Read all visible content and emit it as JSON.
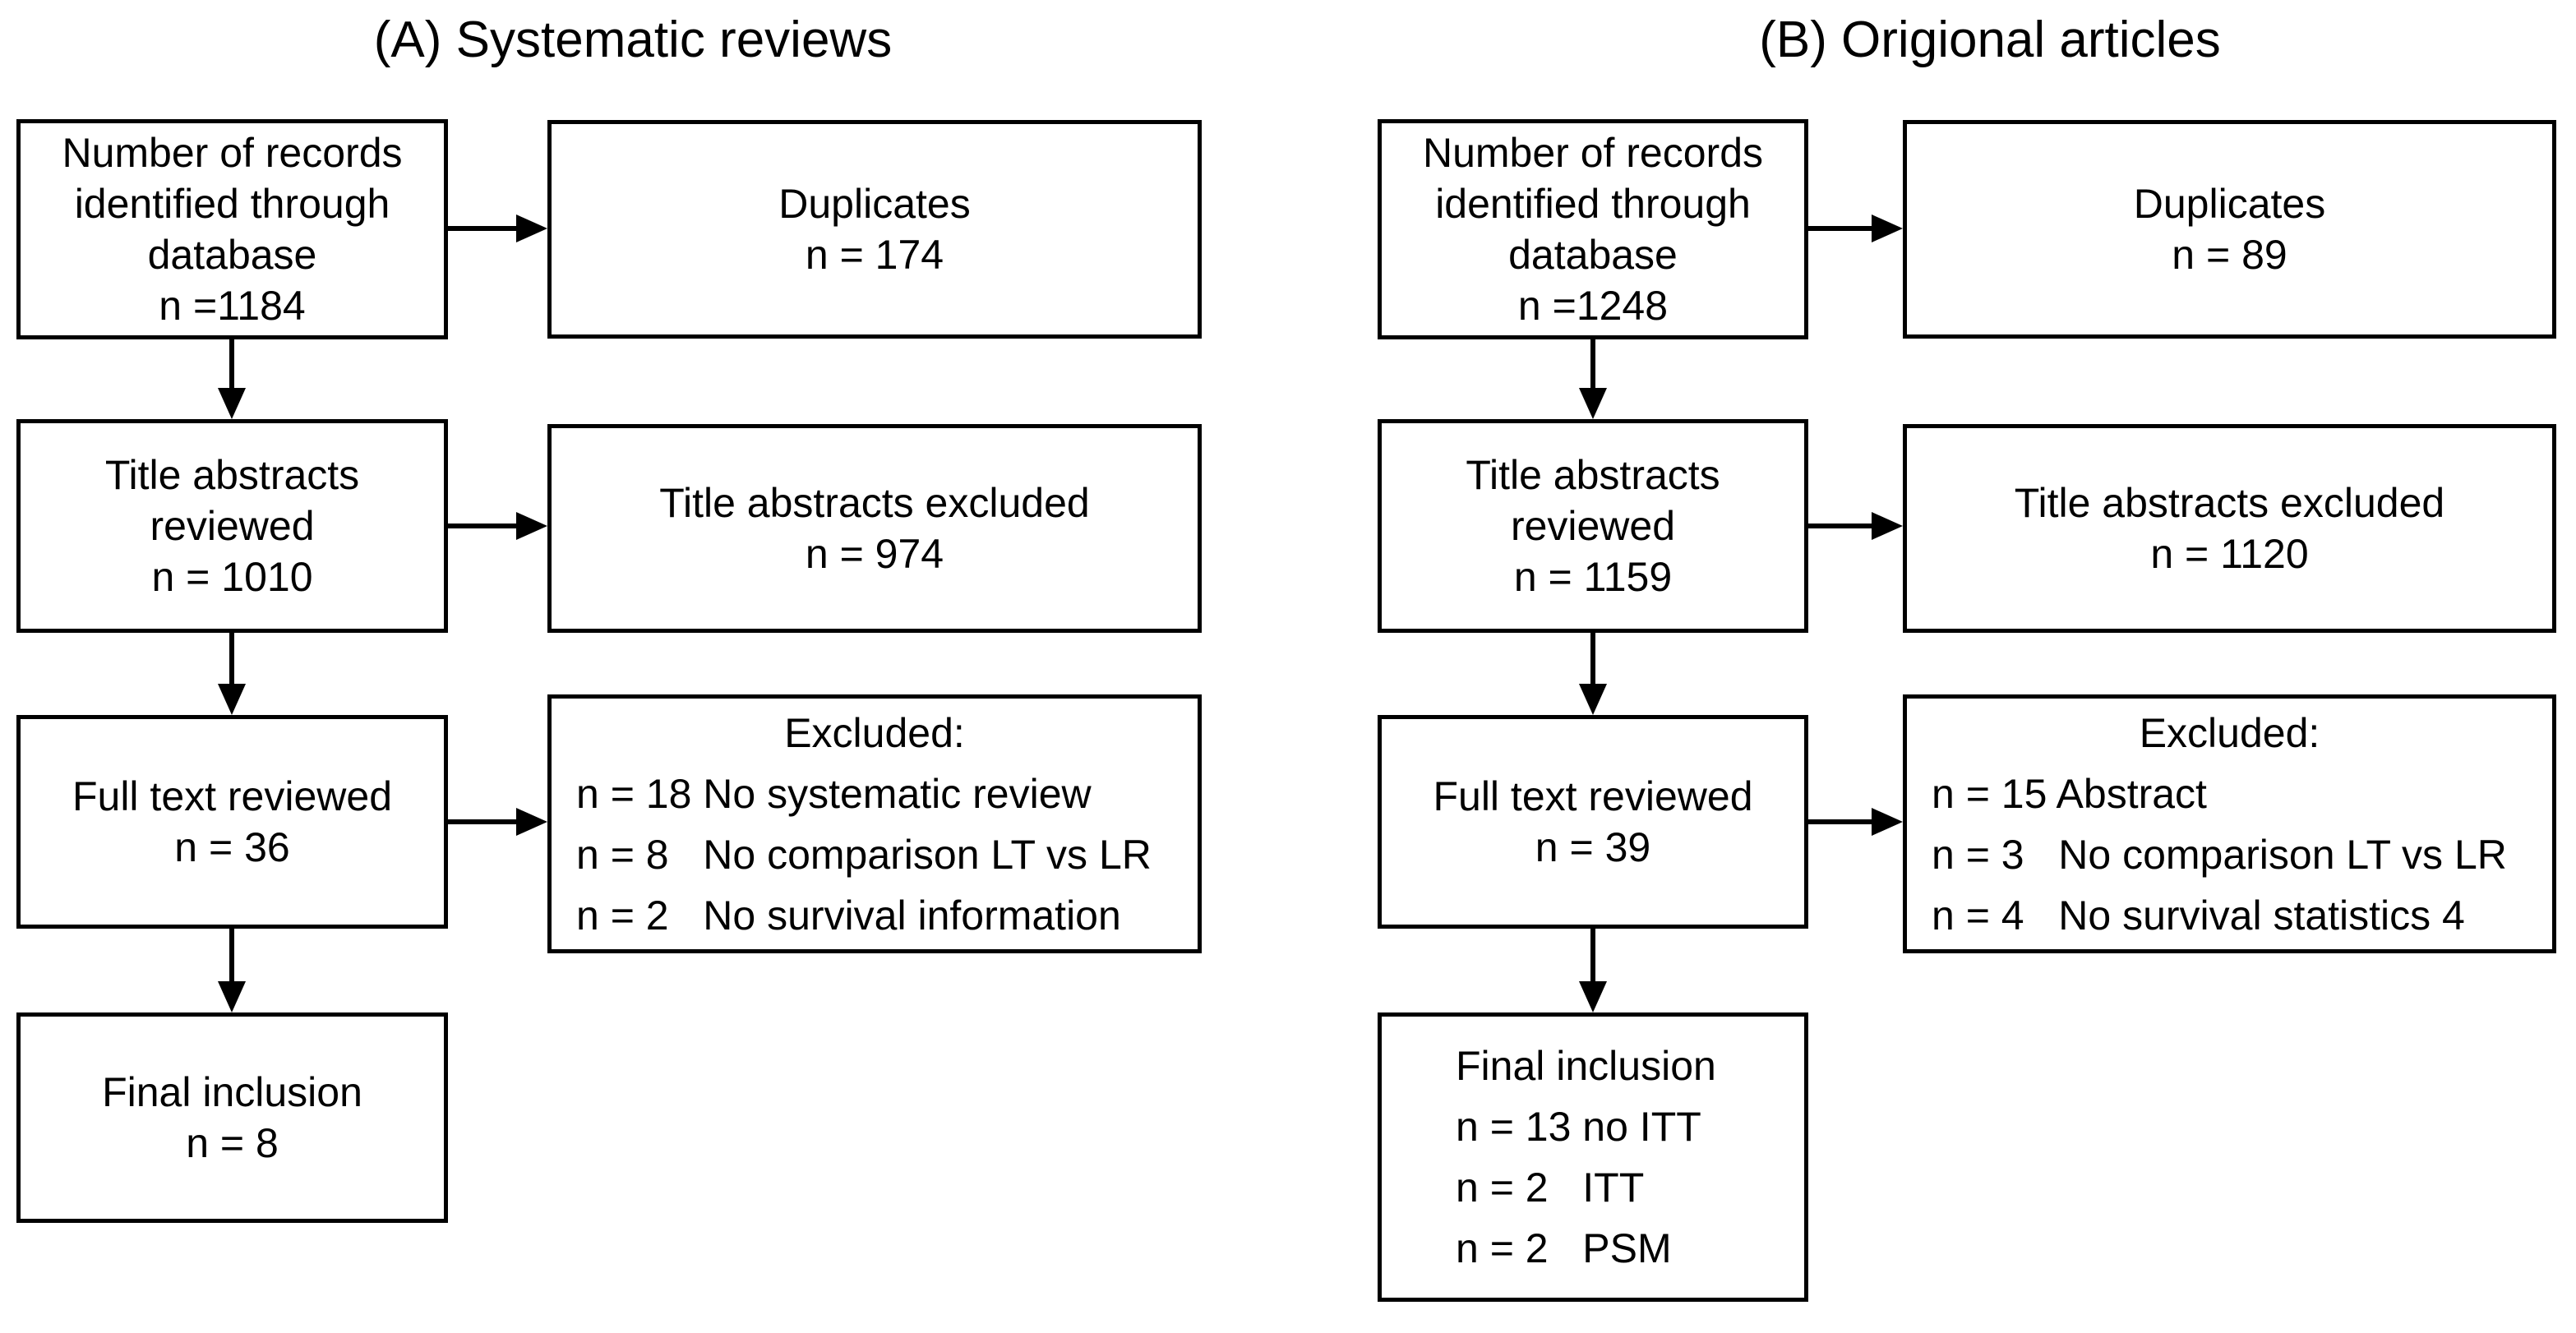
{
  "colors": {
    "ink": "#000000",
    "background": "#ffffff"
  },
  "panels": [
    {
      "title": "(A) Systematic reviews",
      "records": [
        "Number of records",
        "identified through",
        "database",
        "n =1184"
      ],
      "duplicates": [
        "Duplicates",
        "n = 174"
      ],
      "title_abstracts": [
        "Title abstracts",
        "reviewed",
        "n = 1010"
      ],
      "title_abstracts_excluded": [
        "Title abstracts excluded",
        "n = 974"
      ],
      "full_text": [
        "Full text reviewed",
        "n = 36"
      ],
      "excluded_header": "Excluded:",
      "excluded_items": [
        "n = 18 No systematic review",
        "n = 8   No comparison LT vs LR",
        "n = 2   No survival information"
      ],
      "final_inclusion": [
        "Final inclusion",
        "n = 8"
      ]
    },
    {
      "title": "(B) Origional articles",
      "records": [
        "Number of records",
        "identified through",
        "database",
        "n =1248"
      ],
      "duplicates": [
        "Duplicates",
        "n = 89"
      ],
      "title_abstracts": [
        "Title abstracts",
        "reviewed",
        "n = 1159"
      ],
      "title_abstracts_excluded": [
        "Title abstracts excluded",
        "n = 1120"
      ],
      "full_text": [
        "Full text reviewed",
        "n = 39"
      ],
      "excluded_header": "Excluded:",
      "excluded_items": [
        "n = 15 Abstract",
        "n = 3   No comparison LT vs LR",
        "n = 4   No survival statistics 4"
      ],
      "final_inclusion": [
        "Final inclusion",
        "n = 13 no ITT",
        "n = 2   ITT",
        "n = 2   PSM"
      ]
    }
  ]
}
